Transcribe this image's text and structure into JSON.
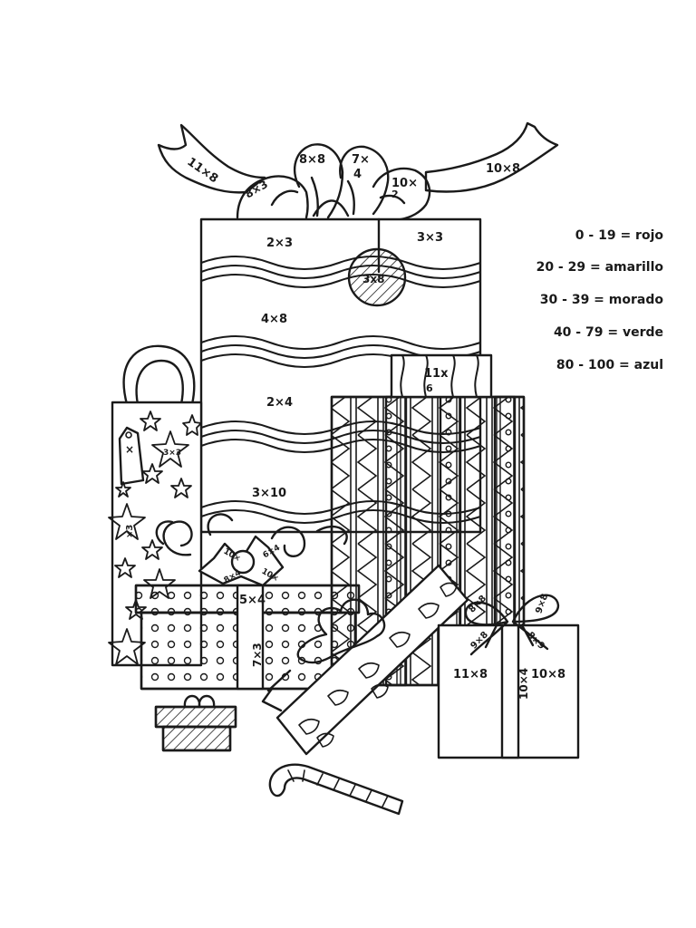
{
  "labels": {
    "ribbon_left": "11×8",
    "bow_left": "8×3",
    "bow_center": "8×8",
    "bow_right_top": "7×",
    "bow_right_top_sub": "4",
    "bow_right": "10×",
    "bow_right_sub": "2",
    "ribbon_right": "10×8",
    "tall_top_left": "2×3",
    "tall_top_right": "3×3",
    "tall_tag": "3x8",
    "tall_mid": "4×8",
    "tall_lower": "2×4",
    "tall_bottom": "3×10",
    "small_box_top": "11x",
    "small_box_top_sub": "6",
    "bag_tag": "×",
    "bag_star": "3×3",
    "bag_side": "×3",
    "bow_mid_1": "10×",
    "bow_mid_2": "8×4",
    "bow_mid_3": "6×4",
    "bow_mid_4": "10×",
    "dot_box_top": "5×4",
    "dot_box_ribbon": "7×3",
    "right_box_bow_left": "8×8",
    "right_box_bow_right": "9×8",
    "right_box_bow_lower": "9×8",
    "right_box_bow_lower2": "8×9",
    "right_box_left": "11×8",
    "right_box_center": "10×4",
    "right_box_right": "10×8"
  },
  "legend": [
    {
      "range": "0 - 19 =",
      "color": "rojo"
    },
    {
      "range": "20 - 29 =",
      "color": "amarillo"
    },
    {
      "range": "30 - 39 =",
      "color": "morado"
    },
    {
      "range": "40 - 79 =",
      "color": "verde"
    },
    {
      "range": "80 - 100 =",
      "color": "azul"
    }
  ]
}
